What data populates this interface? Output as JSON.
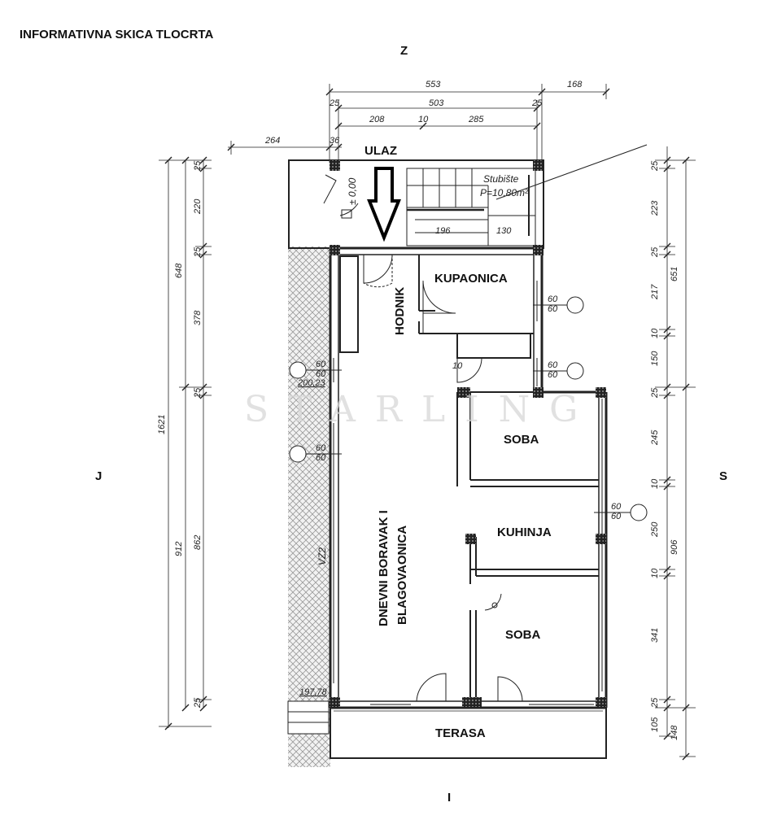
{
  "title": "INFORMATIVNA SKICA TLOCRTA",
  "compass": {
    "north": "Z",
    "south": "I",
    "west": "J",
    "east": "S"
  },
  "entrance": "ULAZ",
  "watermark": "STARLING",
  "rooms": {
    "hodnik": "HODNIK",
    "kupaonica": "KUPAONICA",
    "soba1": "SOBA",
    "kuhinja": "KUHINJA",
    "dnevni_line1": "DNEVNI BORAVAK I",
    "dnevni_line2": "BLAGOVAONICA",
    "soba2": "SOBA",
    "terasa": "TERASA"
  },
  "stair": {
    "name": "Stubište",
    "p": "P=10,80m²",
    "level": "± 0,00",
    "d196": "196",
    "d130": "130"
  },
  "vz": "VZ2",
  "levels": {
    "l1": "200,23",
    "l2": "197,78"
  },
  "windows": {
    "w1a": "60",
    "w1b": "60",
    "w2a": "60",
    "w2b": "60",
    "w3a": "60",
    "w3b": "60",
    "w4a": "60",
    "w4b": "60",
    "w5a": "60",
    "w5b": "60"
  },
  "dims_top": {
    "d553": "553",
    "d168": "168",
    "d25a": "25",
    "d503": "503",
    "d25b": "25",
    "d208": "208",
    "d10": "10",
    "d285": "285",
    "d264": "264",
    "d36": "36"
  },
  "dims_left": {
    "d25a": "25",
    "d220": "220",
    "d25b": "25",
    "d378": "378",
    "d25c": "25",
    "d862": "862",
    "d25d": "25",
    "d648": "648",
    "d912": "912",
    "d1621": "1621"
  },
  "dims_right": {
    "d25a": "25",
    "d223": "223",
    "d25b": "25",
    "d217": "217",
    "d10a": "10",
    "d150": "150",
    "d25c": "25",
    "d245": "245",
    "d10b": "10",
    "d250": "250",
    "d10c": "10",
    "d341": "341",
    "d25d": "25",
    "d105": "105",
    "d651": "651",
    "d906": "906",
    "d148": "148"
  },
  "dims_inner": {
    "d10": "10"
  }
}
